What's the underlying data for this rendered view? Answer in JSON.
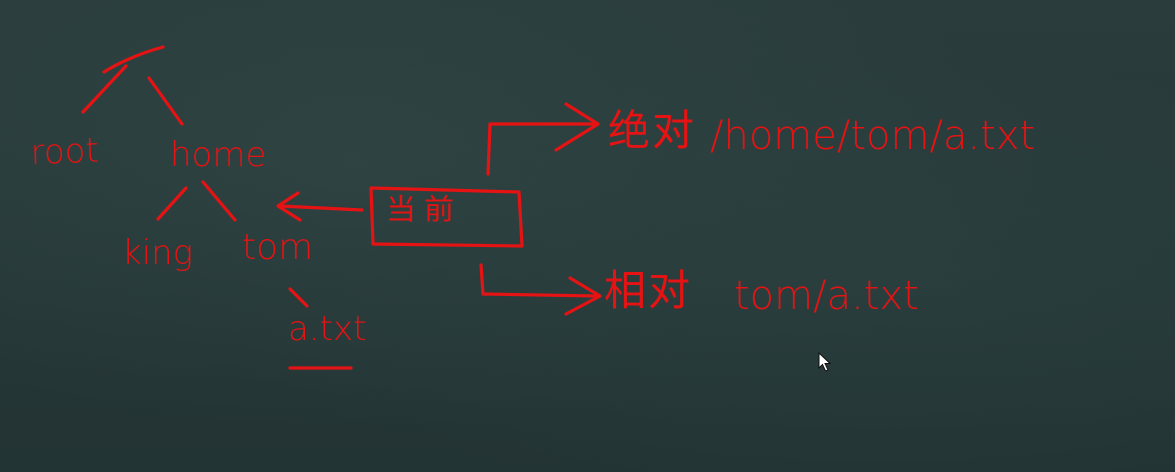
{
  "tree": {
    "root_label": "root",
    "home_label": "home",
    "king_label": "king",
    "tom_label": "tom",
    "file_label": "a.txt"
  },
  "current_box": {
    "label": "当前"
  },
  "absolute": {
    "label": "绝对",
    "path": "/home/tom/a.txt"
  },
  "relative": {
    "label": "相对",
    "path": "tom/a.txt"
  },
  "colors": {
    "ink": "#e51313",
    "board": "#263838"
  },
  "icons": {
    "cursor": "mouse-pointer-icon"
  }
}
